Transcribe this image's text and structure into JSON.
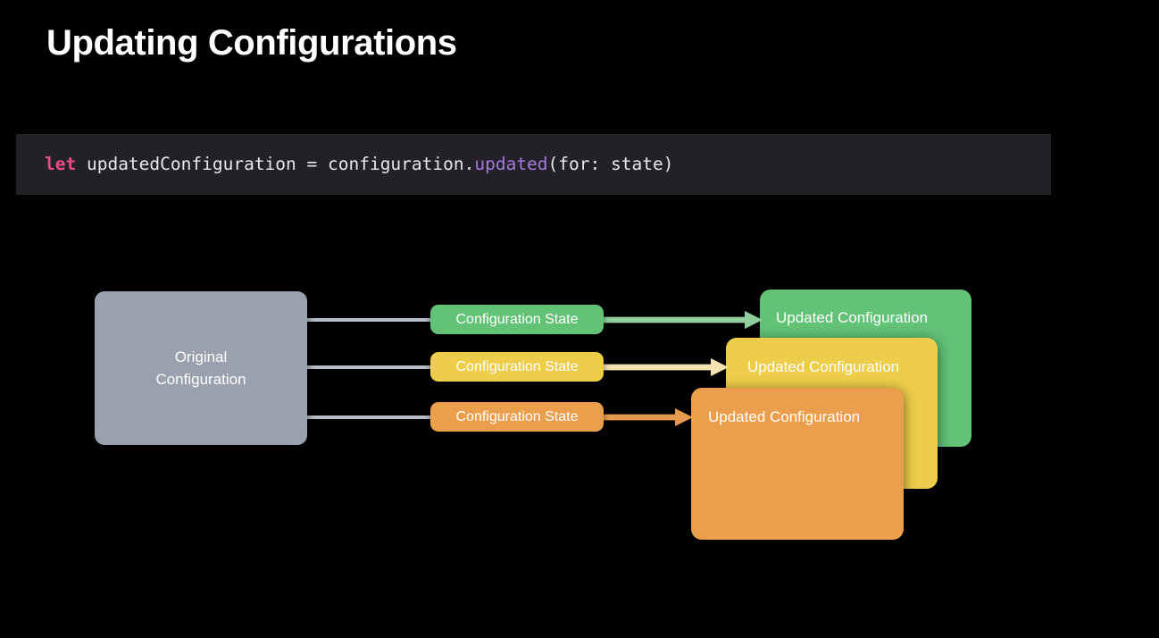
{
  "slide": {
    "background": "#000000",
    "title": "Updating Configurations"
  },
  "code": {
    "background": "#212127",
    "keyword": "let",
    "mid": " updatedConfiguration = configuration.",
    "function": "updated",
    "tail": "(for: state)",
    "full_line": "let updatedConfiguration = configuration.updated(for: state)",
    "colors": {
      "keyword": "#ea4c89",
      "function": "#a678e0",
      "text": "#e8e8ec"
    }
  },
  "diagram": {
    "original": {
      "line1": "Original",
      "line2": "Configuration",
      "color": "#98a1ad"
    },
    "connector_color": "#b6bdc9",
    "rows": [
      {
        "state_label": "Configuration State",
        "result_label": "Updated Configuration",
        "pill_color": "#62c276",
        "arrow_color": "#8ecf9c",
        "card_color": "#62c276"
      },
      {
        "state_label": "Configuration State",
        "result_label": "Updated Configuration",
        "pill_color": "#edcd49",
        "arrow_color": "#f5e3b0",
        "card_color": "#edcd49"
      },
      {
        "state_label": "Configuration State",
        "result_label": "Updated Configuration",
        "pill_color": "#eb9e4b",
        "arrow_color": "#e79a4d",
        "card_color": "#eb9e4b"
      }
    ]
  }
}
